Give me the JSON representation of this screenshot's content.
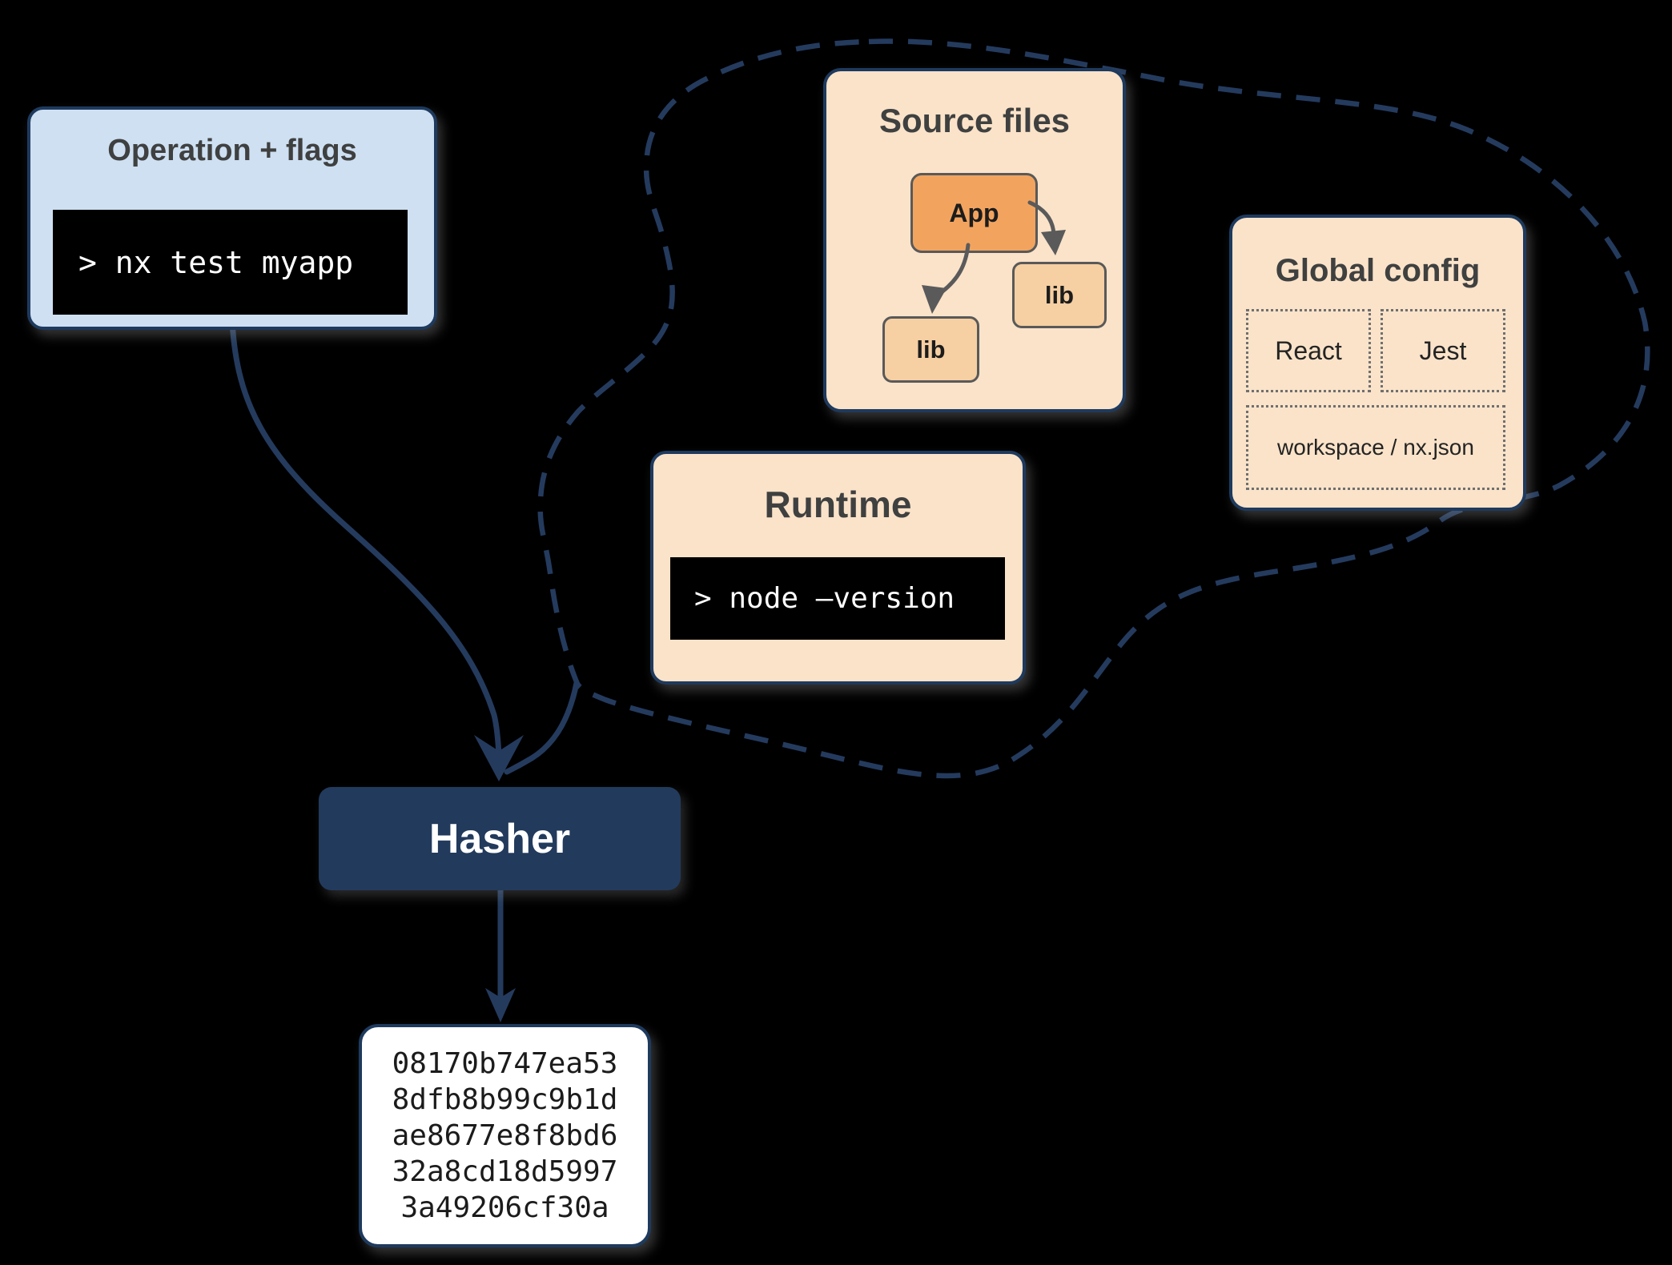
{
  "colors": {
    "background": "#000000",
    "navy_accent": "#243B5E",
    "hasher_fill": "#223A5C",
    "card_border": "#1E3A5E",
    "operation_box_fill": "#CEE0F2",
    "cloud_card_fill": "#FAE3C9",
    "app_node_fill": "#F2A45F",
    "lib_node_fill": "#F6CFA2",
    "node_border_gray": "#595959",
    "terminal_bg": "#000000",
    "terminal_text": "#FFFFFF",
    "title_text": "#3F4040",
    "dotted_border_gray": "#6F6F6F",
    "hash_box_fill": "#FFFFFF",
    "hash_text": "#1B1B1B",
    "dependency_arrow_gray": "#5A5A5B"
  },
  "operation_box": {
    "title": "Operation + flags",
    "terminal_command": "> nx test myapp"
  },
  "cloud": {
    "source_files": {
      "title": "Source files",
      "app_node": "App",
      "lib_node_left": "lib",
      "lib_node_right": "lib"
    },
    "runtime": {
      "title": "Runtime",
      "terminal_command": "> node –version"
    },
    "global_config": {
      "title": "Global config",
      "item_react": "React",
      "item_jest": "Jest",
      "item_workspace": "workspace / nx.json"
    }
  },
  "hasher_box": {
    "label": "Hasher"
  },
  "hash_output": {
    "lines": [
      "08170b747ea53",
      "8dfb8b99c9b1d",
      "ae8677e8f8bd6",
      "32a8cd18d5997",
      "3a49206cf30a"
    ]
  }
}
